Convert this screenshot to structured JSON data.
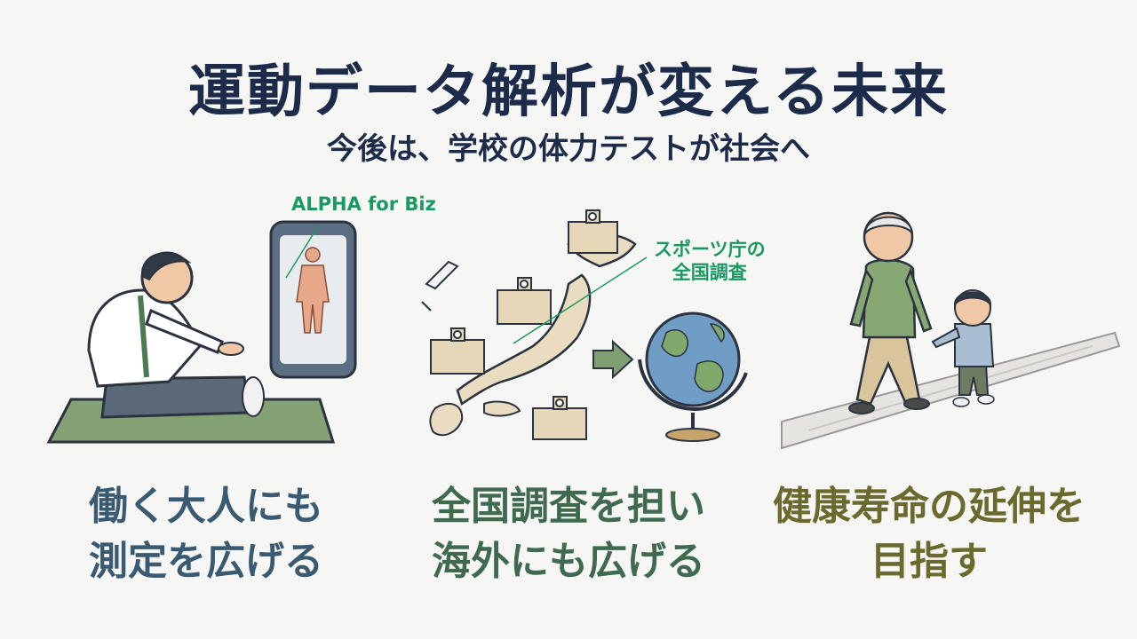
{
  "header": {
    "title": "運動データ解析が変える未来",
    "subtitle": "今後は、学校の体力テストが社会へ"
  },
  "panels": [
    {
      "callout": "ALPHA for Biz",
      "caption_line1": "働く大人にも",
      "caption_line2": "測定を広げる",
      "caption_color": "#3a5a72"
    },
    {
      "callout_line1": "スポーツ庁の",
      "callout_line2": "全国調査",
      "caption_line1": "全国調査を担い",
      "caption_line2": "海外にも広げる",
      "caption_color": "#3f6a4f"
    },
    {
      "caption_line1": "健康寿命の延伸を",
      "caption_line2": "目指す",
      "caption_color": "#6b6a2e"
    }
  ],
  "colors": {
    "title": "#1d2b4a",
    "callout": "#1a9a63",
    "accent_green": "#7f9f73",
    "background": "#f6f6f4"
  },
  "icons": [
    "person-stretching-icon",
    "smartphone-body-scan-icon",
    "japan-map-icon",
    "school-building-icon",
    "arrow-right-icon",
    "globe-icon",
    "elderly-man-icon",
    "child-icon",
    "walking-path-icon"
  ]
}
